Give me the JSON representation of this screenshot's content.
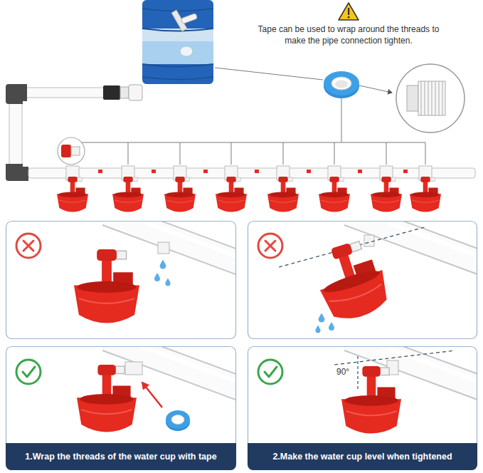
{
  "diagram": {
    "nodes": [
      {
        "text": [
          "1.Wrap the threads of the water cup with tape"
        ]
      },
      {
        "text": [
          "2.Make the water cup level when tightened"
        ]
      }
    ],
    "labels": [
      "Tape can be used to wrap around the threads to make the pipe connection tighten.",
      "90°"
    ]
  }
}
